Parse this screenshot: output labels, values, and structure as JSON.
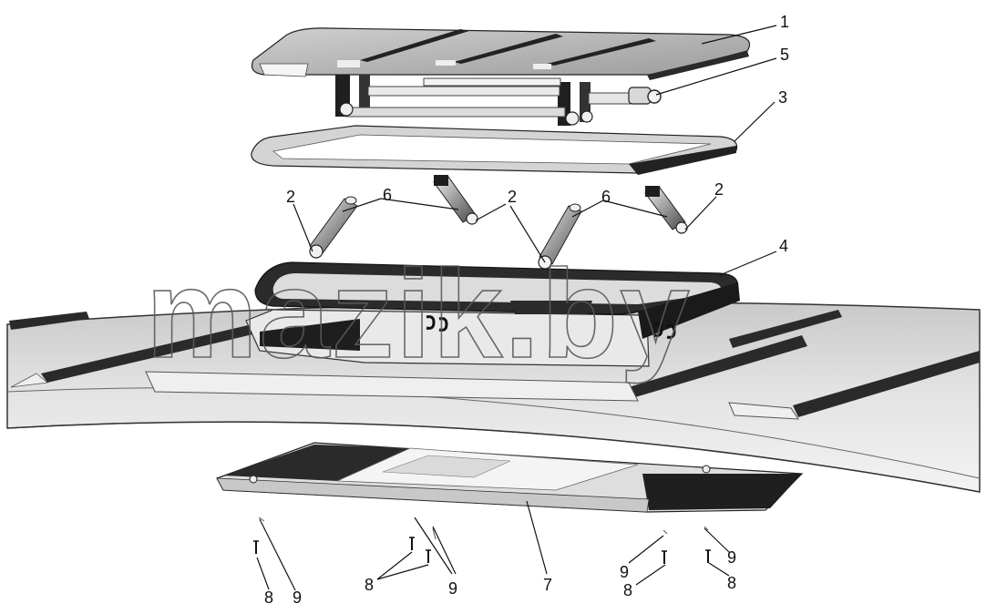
{
  "watermark": "mazik.by",
  "callouts": {
    "c1": "1",
    "c5": "5",
    "c3": "3",
    "c2a": "2",
    "c6a": "6",
    "c2b": "2",
    "c6b": "6",
    "c2c": "2",
    "c4": "4",
    "c8a": "8",
    "c9a": "9",
    "c8b": "8",
    "c9b": "9",
    "c7": "7",
    "c9c": "9",
    "c8c": "8",
    "c9d": "9",
    "c8d": "8"
  },
  "colors": {
    "surface_light": "#e6e6e6",
    "surface_mid": "#bdbdbd",
    "surface_dark": "#2a2a2a",
    "outline": "#111111"
  }
}
